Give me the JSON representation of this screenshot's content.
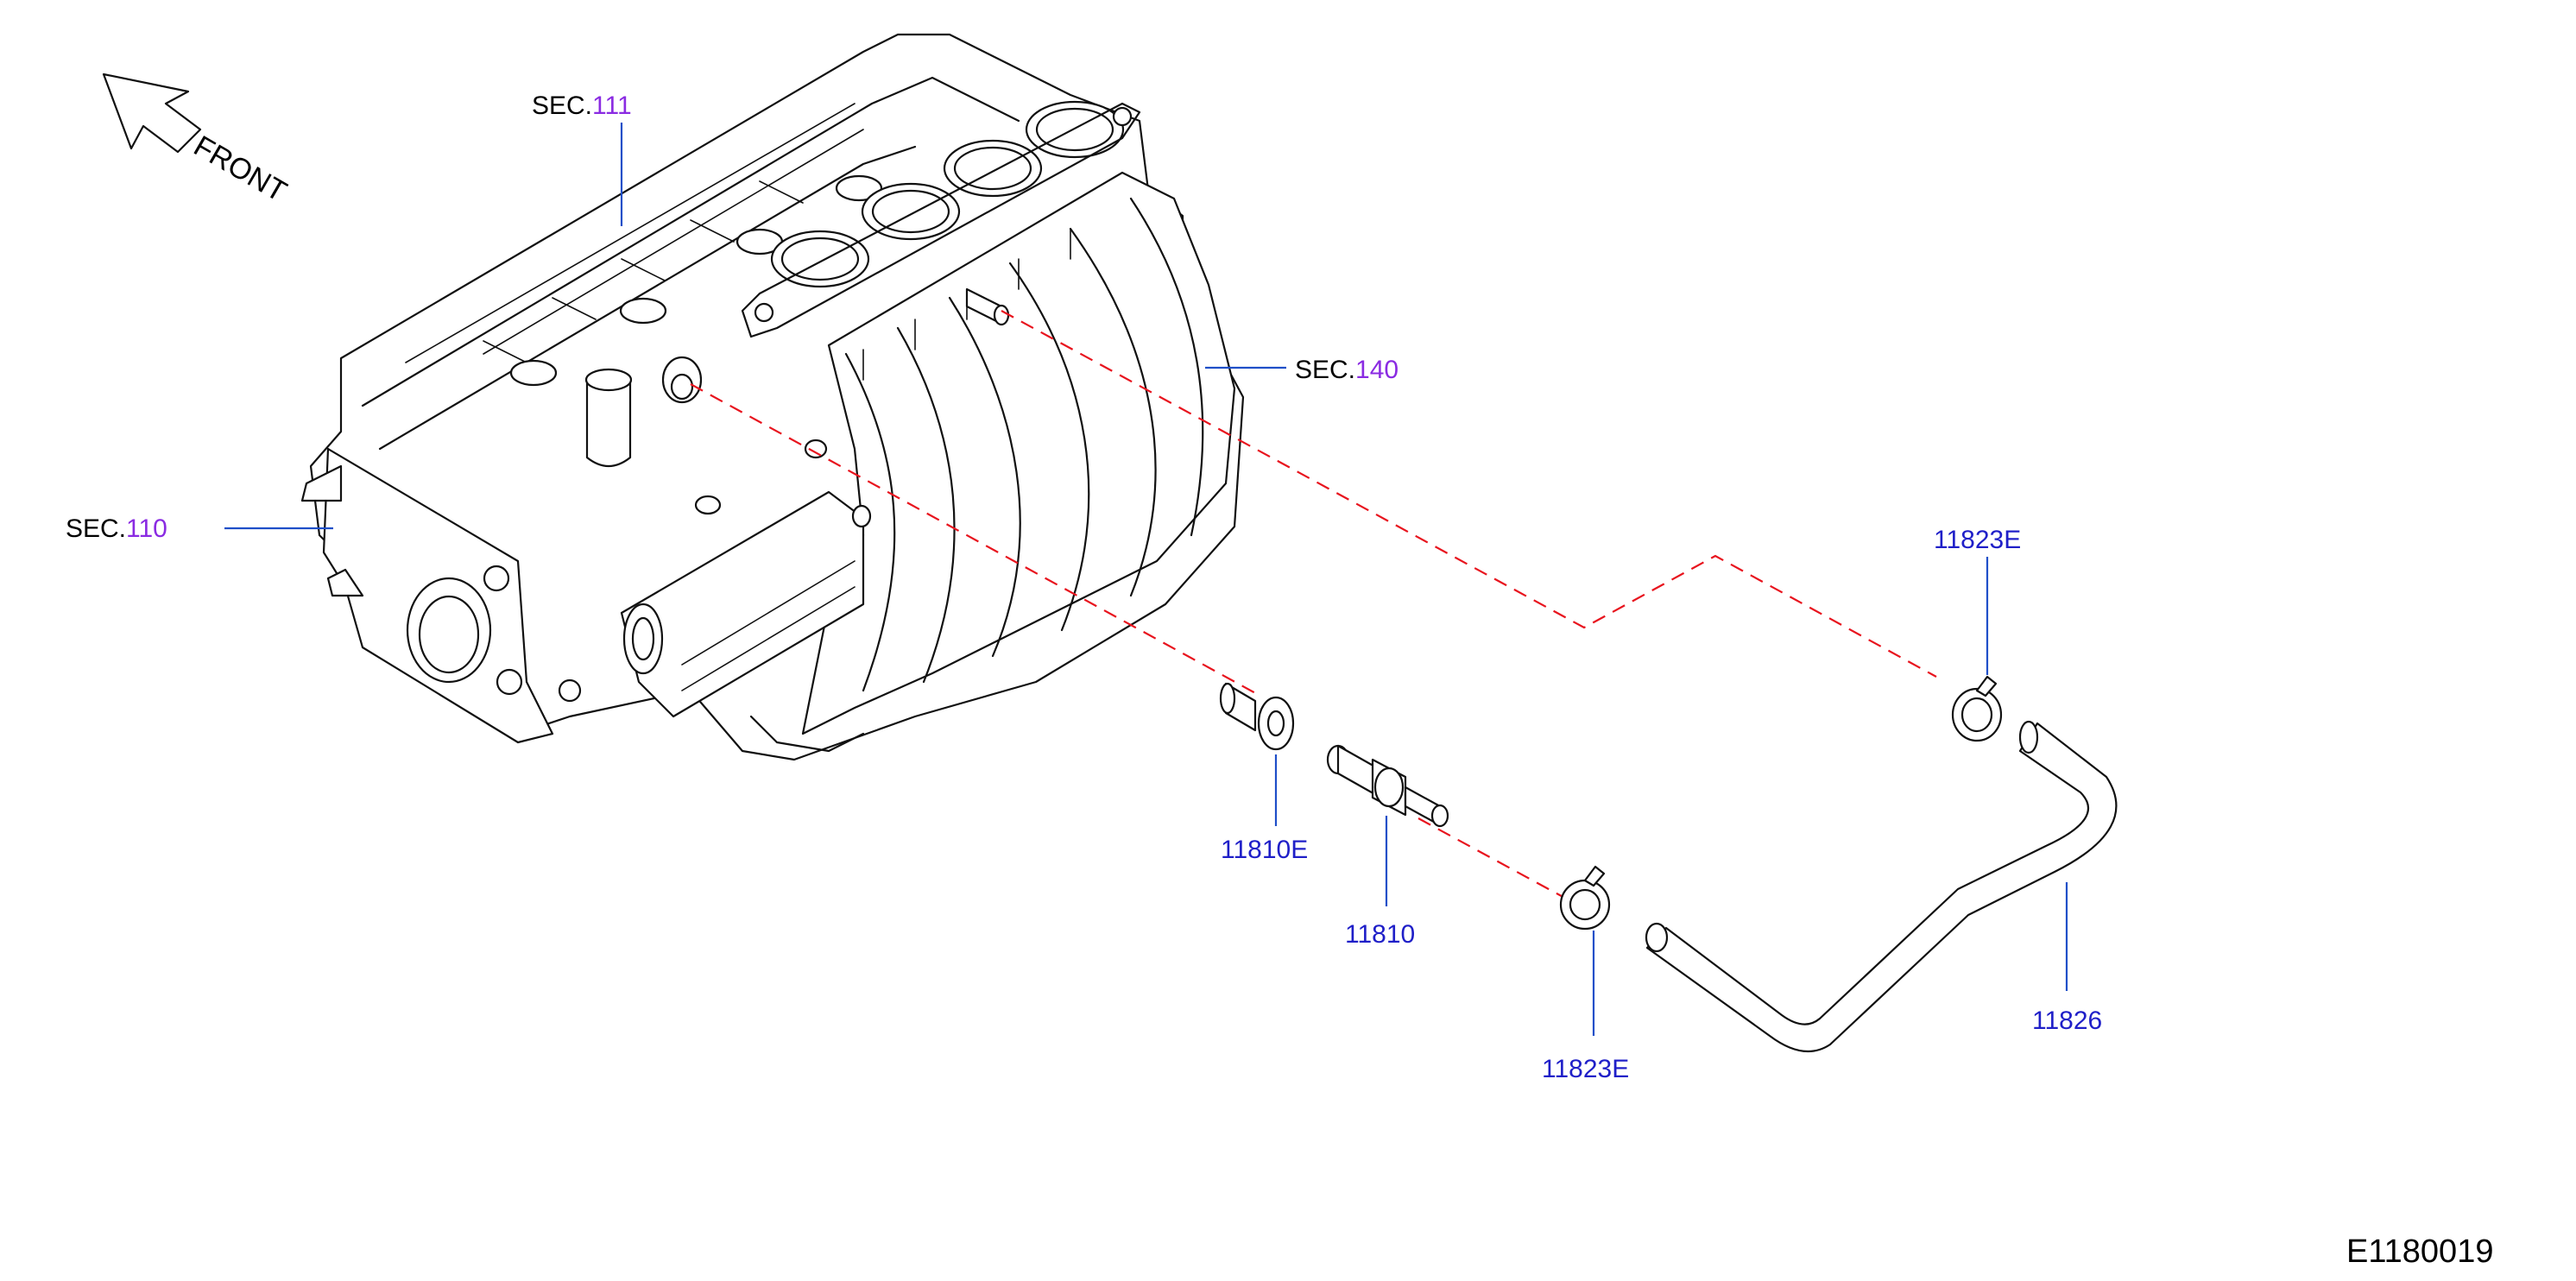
{
  "diagram_id": "E1180019",
  "front_label": "FRONT",
  "sections": [
    {
      "prefix": "SEC.",
      "number": "111"
    },
    {
      "prefix": "SEC.",
      "number": "140"
    },
    {
      "prefix": "SEC.",
      "number": "110"
    }
  ],
  "parts": [
    {
      "number": "11823E"
    },
    {
      "number": "11810E"
    },
    {
      "number": "11810"
    },
    {
      "number": "11823E"
    },
    {
      "number": "11826"
    }
  ],
  "colors": {
    "part_label": "#1f1fc8",
    "section_number": "#8a2be2",
    "dashed_path": "#e8141e",
    "leader": "#1f4fc8"
  }
}
